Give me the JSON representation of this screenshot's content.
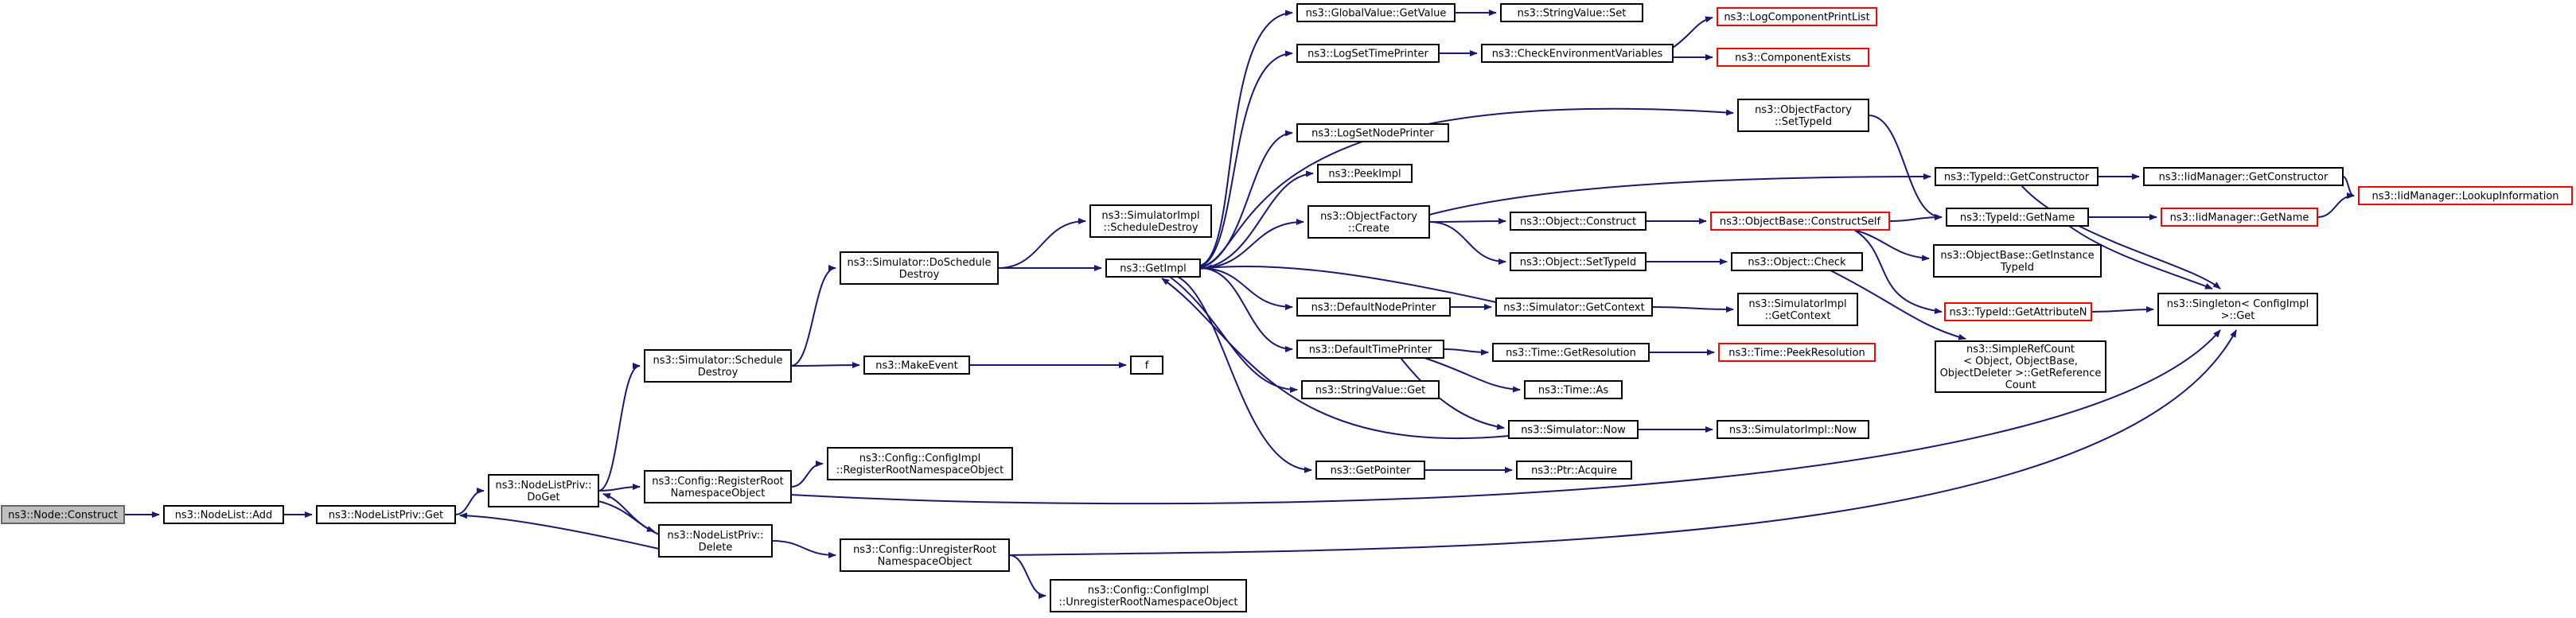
{
  "diagram": {
    "nodes": [
      {
        "id": "node_construct",
        "lines": [
          "ns3::Node::Construct"
        ],
        "style": "root"
      },
      {
        "id": "nodelist_add",
        "lines": [
          "ns3::NodeList::Add"
        ],
        "style": "normal"
      },
      {
        "id": "nodelistpriv_get",
        "lines": [
          "ns3::NodeListPriv::Get"
        ],
        "style": "normal"
      },
      {
        "id": "nodelistpriv_doget",
        "lines": [
          "ns3::NodeListPriv::",
          "DoGet"
        ],
        "style": "normal"
      },
      {
        "id": "sim_schedule_destroy",
        "lines": [
          "ns3::Simulator::Schedule",
          "Destroy"
        ],
        "style": "normal"
      },
      {
        "id": "register_root_ns",
        "lines": [
          "ns3::Config::RegisterRoot",
          "NamespaceObject"
        ],
        "style": "normal"
      },
      {
        "id": "nodelistpriv_delete",
        "lines": [
          "ns3::NodeListPriv::",
          "Delete"
        ],
        "style": "normal"
      },
      {
        "id": "configimpl_register",
        "lines": [
          "ns3::Config::ConfigImpl",
          "::RegisterRootNamespaceObject"
        ],
        "style": "normal"
      },
      {
        "id": "unregister_root_ns",
        "lines": [
          "ns3::Config::UnregisterRoot",
          "NamespaceObject"
        ],
        "style": "normal"
      },
      {
        "id": "configimpl_unregister",
        "lines": [
          "ns3::Config::ConfigImpl",
          "::UnregisterRootNamespaceObject"
        ],
        "style": "normal"
      },
      {
        "id": "sim_doschedule_destroy",
        "lines": [
          "ns3::Simulator::DoSchedule",
          "Destroy"
        ],
        "style": "normal"
      },
      {
        "id": "make_event",
        "lines": [
          "ns3::MakeEvent"
        ],
        "style": "normal"
      },
      {
        "id": "f",
        "lines": [
          "f"
        ],
        "style": "normal"
      },
      {
        "id": "simimpl_schedule_destroy",
        "lines": [
          "ns3::SimulatorImpl",
          "::ScheduleDestroy"
        ],
        "style": "normal"
      },
      {
        "id": "getimpl",
        "lines": [
          "ns3::GetImpl"
        ],
        "style": "normal"
      },
      {
        "id": "globalvalue_getvalue",
        "lines": [
          "ns3::GlobalValue::GetValue"
        ],
        "style": "normal"
      },
      {
        "id": "stringvalue_set",
        "lines": [
          "ns3::StringValue::Set"
        ],
        "style": "normal"
      },
      {
        "id": "logsettimeprinter",
        "lines": [
          "ns3::LogSetTimePrinter"
        ],
        "style": "normal"
      },
      {
        "id": "check_env_vars",
        "lines": [
          "ns3::CheckEnvironmentVariables"
        ],
        "style": "normal"
      },
      {
        "id": "logcomponentprintlist",
        "lines": [
          "ns3::LogComponentPrintList"
        ],
        "style": "truncated"
      },
      {
        "id": "componentexists",
        "lines": [
          "ns3::ComponentExists"
        ],
        "style": "truncated"
      },
      {
        "id": "objectfactory_settypeid",
        "lines": [
          "ns3::ObjectFactory",
          "::SetTypeId"
        ],
        "style": "normal"
      },
      {
        "id": "logsetnodeprinter",
        "lines": [
          "ns3::LogSetNodePrinter"
        ],
        "style": "normal"
      },
      {
        "id": "peekimpl",
        "lines": [
          "ns3::PeekImpl"
        ],
        "style": "normal"
      },
      {
        "id": "objectfactory_create",
        "lines": [
          "ns3::ObjectFactory",
          "::Create"
        ],
        "style": "normal"
      },
      {
        "id": "object_construct",
        "lines": [
          "ns3::Object::Construct"
        ],
        "style": "normal"
      },
      {
        "id": "objectbase_constructself",
        "lines": [
          "ns3::ObjectBase::ConstructSelf"
        ],
        "style": "truncated"
      },
      {
        "id": "object_settypeid",
        "lines": [
          "ns3::Object::SetTypeId"
        ],
        "style": "normal"
      },
      {
        "id": "object_check",
        "lines": [
          "ns3::Object::Check"
        ],
        "style": "normal"
      },
      {
        "id": "typeid_getconstructor",
        "lines": [
          "ns3::TypeId::GetConstructor"
        ],
        "style": "normal"
      },
      {
        "id": "iidmanager_getconstructor",
        "lines": [
          "ns3::IidManager::GetConstructor"
        ],
        "style": "normal"
      },
      {
        "id": "iidmanager_lookupinformation",
        "lines": [
          "ns3::IidManager::LookupInformation"
        ],
        "style": "truncated"
      },
      {
        "id": "typeid_getname",
        "lines": [
          "ns3::TypeId::GetName"
        ],
        "style": "normal"
      },
      {
        "id": "iidmanager_getname",
        "lines": [
          "ns3::IidManager::GetName"
        ],
        "style": "truncated"
      },
      {
        "id": "objectbase_getinstancetypeid",
        "lines": [
          "ns3::ObjectBase::GetInstance",
          "TypeId"
        ],
        "style": "normal"
      },
      {
        "id": "typeid_getattributen",
        "lines": [
          "ns3::TypeId::GetAttributeN"
        ],
        "style": "truncated"
      },
      {
        "id": "singleton_get",
        "lines": [
          "ns3::Singleton< ConfigImpl",
          " >::Get"
        ],
        "style": "normal"
      },
      {
        "id": "defaultnodeprinter",
        "lines": [
          "ns3::DefaultNodePrinter"
        ],
        "style": "normal"
      },
      {
        "id": "sim_getcontext",
        "lines": [
          "ns3::Simulator::GetContext"
        ],
        "style": "normal"
      },
      {
        "id": "simimpl_getcontext",
        "lines": [
          "ns3::SimulatorImpl",
          "::GetContext"
        ],
        "style": "normal"
      },
      {
        "id": "simplerefcount_getreferencecount",
        "lines": [
          "ns3::SimpleRefCount",
          "< Object, ObjectBase,",
          " ObjectDeleter >::GetReference",
          "Count"
        ],
        "style": "normal"
      },
      {
        "id": "defaulttimeprinter",
        "lines": [
          "ns3::DefaultTimePrinter"
        ],
        "style": "normal"
      },
      {
        "id": "time_getresolution",
        "lines": [
          "ns3::Time::GetResolution"
        ],
        "style": "normal"
      },
      {
        "id": "time_peekresolution",
        "lines": [
          "ns3::Time::PeekResolution"
        ],
        "style": "truncated"
      },
      {
        "id": "time_as",
        "lines": [
          "ns3::Time::As"
        ],
        "style": "normal"
      },
      {
        "id": "stringvalue_get",
        "lines": [
          "ns3::StringValue::Get"
        ],
        "style": "normal"
      },
      {
        "id": "sim_now",
        "lines": [
          "ns3::Simulator::Now"
        ],
        "style": "normal"
      },
      {
        "id": "simimpl_now",
        "lines": [
          "ns3::SimulatorImpl::Now"
        ],
        "style": "normal"
      },
      {
        "id": "getpointer",
        "lines": [
          "ns3::GetPointer"
        ],
        "style": "normal"
      },
      {
        "id": "ptr_acquire",
        "lines": [
          "ns3::Ptr::Acquire"
        ],
        "style": "normal"
      }
    ],
    "edges": [
      {
        "from": "node_construct",
        "to": "nodelist_add"
      },
      {
        "from": "nodelist_add",
        "to": "nodelistpriv_get"
      },
      {
        "from": "nodelistpriv_get",
        "to": "nodelistpriv_doget"
      },
      {
        "from": "nodelistpriv_doget",
        "to": "sim_schedule_destroy"
      },
      {
        "from": "nodelistpriv_doget",
        "to": "register_root_ns"
      },
      {
        "from": "nodelistpriv_doget",
        "to": "nodelistpriv_delete"
      },
      {
        "from": "nodelistpriv_delete",
        "to": "nodelistpriv_doget"
      },
      {
        "from": "nodelistpriv_delete",
        "to": "nodelistpriv_get"
      },
      {
        "from": "nodelistpriv_delete",
        "to": "unregister_root_ns"
      },
      {
        "from": "register_root_ns",
        "to": "configimpl_register"
      },
      {
        "from": "register_root_ns",
        "to": "singleton_get"
      },
      {
        "from": "unregister_root_ns",
        "to": "configimpl_unregister"
      },
      {
        "from": "unregister_root_ns",
        "to": "singleton_get"
      },
      {
        "from": "sim_schedule_destroy",
        "to": "sim_doschedule_destroy"
      },
      {
        "from": "sim_schedule_destroy",
        "to": "make_event"
      },
      {
        "from": "make_event",
        "to": "f"
      },
      {
        "from": "sim_doschedule_destroy",
        "to": "simimpl_schedule_destroy"
      },
      {
        "from": "sim_doschedule_destroy",
        "to": "getimpl"
      },
      {
        "from": "getimpl",
        "to": "globalvalue_getvalue"
      },
      {
        "from": "getimpl",
        "to": "logsettimeprinter"
      },
      {
        "from": "getimpl",
        "to": "objectfactory_settypeid"
      },
      {
        "from": "getimpl",
        "to": "logsetnodeprinter"
      },
      {
        "from": "getimpl",
        "to": "peekimpl"
      },
      {
        "from": "getimpl",
        "to": "objectfactory_create"
      },
      {
        "from": "getimpl",
        "to": "defaultnodeprinter"
      },
      {
        "from": "getimpl",
        "to": "defaulttimeprinter"
      },
      {
        "from": "getimpl",
        "to": "stringvalue_get"
      },
      {
        "from": "getimpl",
        "to": "getpointer"
      },
      {
        "from": "globalvalue_getvalue",
        "to": "stringvalue_set"
      },
      {
        "from": "logsettimeprinter",
        "to": "check_env_vars"
      },
      {
        "from": "check_env_vars",
        "to": "logcomponentprintlist"
      },
      {
        "from": "check_env_vars",
        "to": "componentexists"
      },
      {
        "from": "objectfactory_settypeid",
        "to": "typeid_getname"
      },
      {
        "from": "objectfactory_create",
        "to": "typeid_getconstructor"
      },
      {
        "from": "objectfactory_create",
        "to": "object_construct"
      },
      {
        "from": "objectfactory_create",
        "to": "object_settypeid"
      },
      {
        "from": "object_construct",
        "to": "objectbase_constructself"
      },
      {
        "from": "objectbase_constructself",
        "to": "typeid_getname"
      },
      {
        "from": "objectbase_constructself",
        "to": "objectbase_getinstancetypeid"
      },
      {
        "from": "objectbase_constructself",
        "to": "typeid_getattributen"
      },
      {
        "from": "object_settypeid",
        "to": "object_check"
      },
      {
        "from": "object_check",
        "to": "simplerefcount_getreferencecount"
      },
      {
        "from": "typeid_getconstructor",
        "to": "iidmanager_getconstructor"
      },
      {
        "from": "typeid_getconstructor",
        "to": "singleton_get"
      },
      {
        "from": "iidmanager_getconstructor",
        "to": "iidmanager_lookupinformation"
      },
      {
        "from": "typeid_getname",
        "to": "iidmanager_getname"
      },
      {
        "from": "typeid_getname",
        "to": "singleton_get"
      },
      {
        "from": "iidmanager_getname",
        "to": "iidmanager_lookupinformation"
      },
      {
        "from": "typeid_getattributen",
        "to": "singleton_get"
      },
      {
        "from": "defaultnodeprinter",
        "to": "sim_getcontext"
      },
      {
        "from": "sim_getcontext",
        "to": "getimpl"
      },
      {
        "from": "sim_getcontext",
        "to": "simimpl_getcontext"
      },
      {
        "from": "defaulttimeprinter",
        "to": "time_getresolution"
      },
      {
        "from": "defaulttimeprinter",
        "to": "time_as"
      },
      {
        "from": "defaulttimeprinter",
        "to": "sim_now"
      },
      {
        "from": "time_getresolution",
        "to": "time_peekresolution"
      },
      {
        "from": "sim_now",
        "to": "getimpl"
      },
      {
        "from": "sim_now",
        "to": "simimpl_now"
      },
      {
        "from": "getpointer",
        "to": "ptr_acquire"
      }
    ]
  },
  "colors": {
    "edge": "#191970",
    "node_border": "#000000",
    "node_fill": "#ffffff",
    "root_fill": "#bfbfbf",
    "root_border": "#666666",
    "truncated_border": "#ff0000",
    "text": "#000000"
  }
}
